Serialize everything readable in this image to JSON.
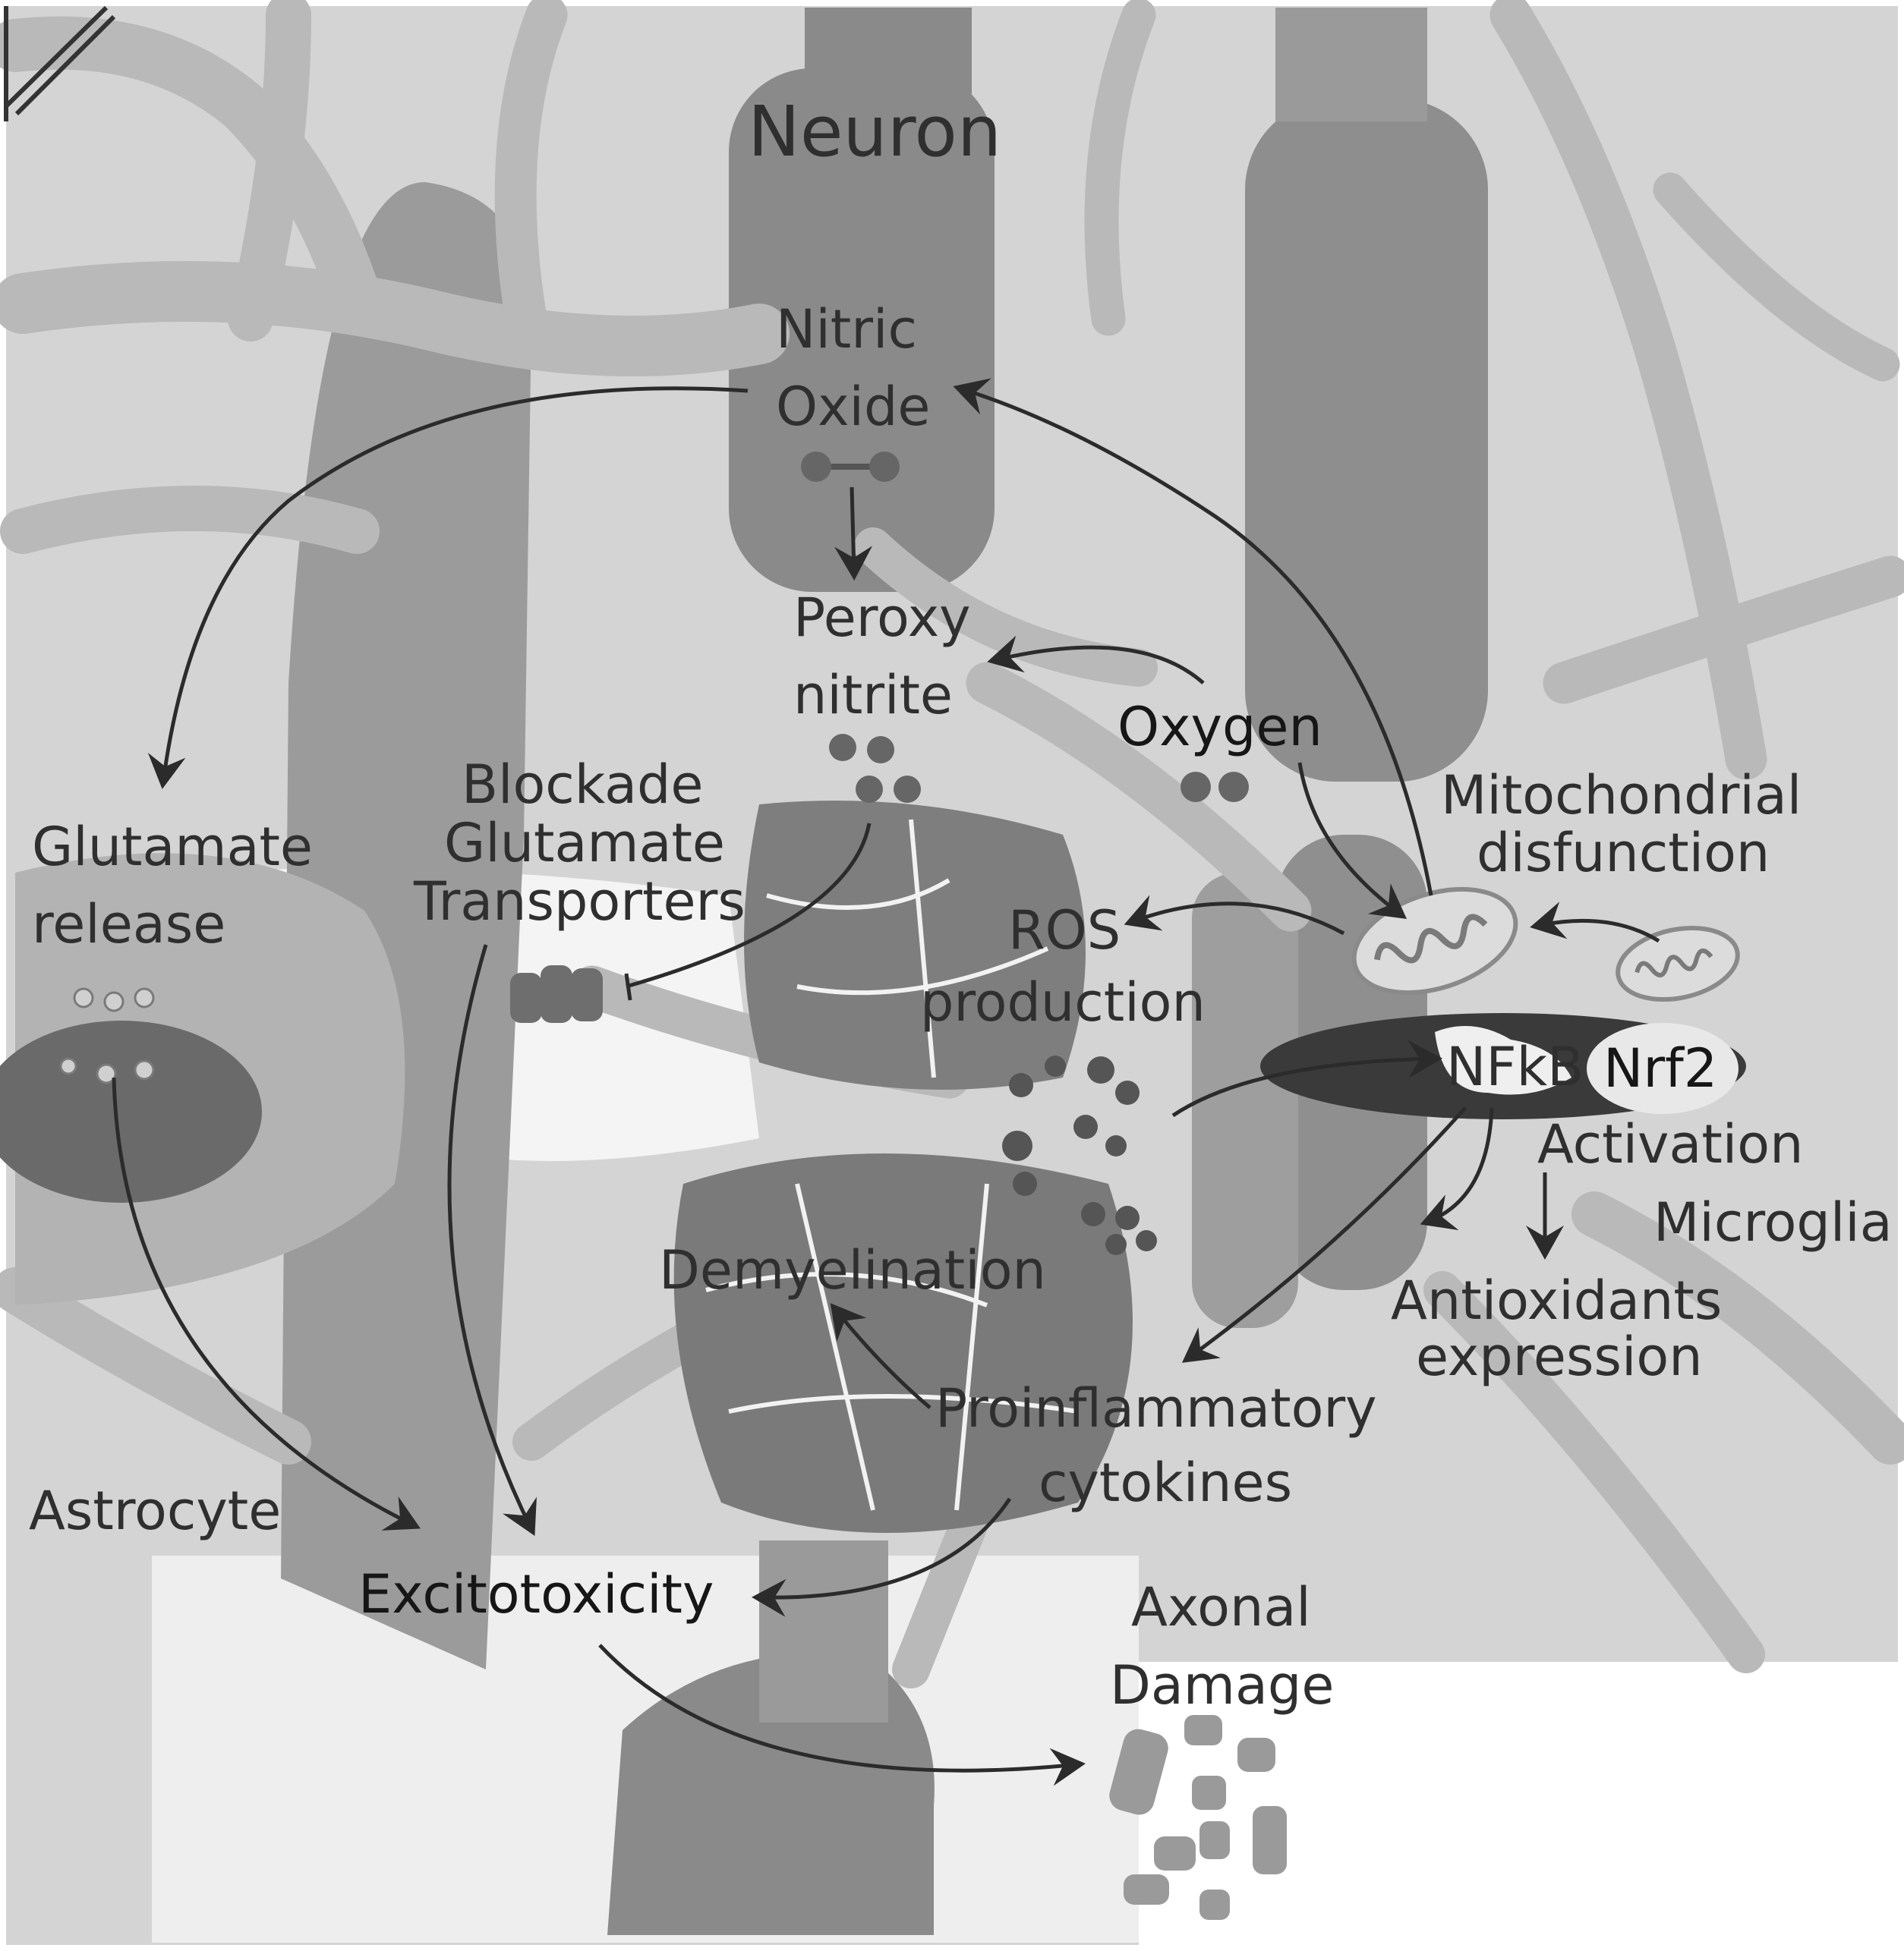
{
  "labels": {
    "neuron": "Neuron",
    "nitric_oxide_1": "Nitric",
    "nitric_oxide_2": "Oxide",
    "peroxynitrite_1": "Peroxy",
    "peroxynitrite_2": "nitrite",
    "oxygen": "Oxygen",
    "mito_dysfunction_1": "Mitochondrial",
    "mito_dysfunction_2": "disfunction",
    "glutamate_release_1": "Glutamate",
    "glutamate_release_2": "release",
    "blockade_1": "Blockade",
    "blockade_2": "Glutamate",
    "blockade_3": "Transporters",
    "ros_1": "ROS",
    "ros_2": "production",
    "nfkb": "NFkB",
    "nrf2": "Nrf2",
    "activation": "Activation",
    "microglia": "Microglia",
    "antioxidants_1": "Antioxidants",
    "antioxidants_2": "expression",
    "demyelination": "Demyelination",
    "proinflammatory_1": "Proinflammatory",
    "proinflammatory_2": "cytokines",
    "astrocyte": "Astrocyte",
    "excitotoxicity": "Excitotoxicity",
    "axonal_damage_1": "Axonal",
    "axonal_damage_2": "Damage"
  },
  "colors": {
    "arrow": "#2b2b2b",
    "cell_light": "#c9c9c9",
    "cell_mid": "#a9a9a9",
    "cell_dark": "#7b7b7b",
    "nucleus_dark": "#3a3a3a"
  }
}
